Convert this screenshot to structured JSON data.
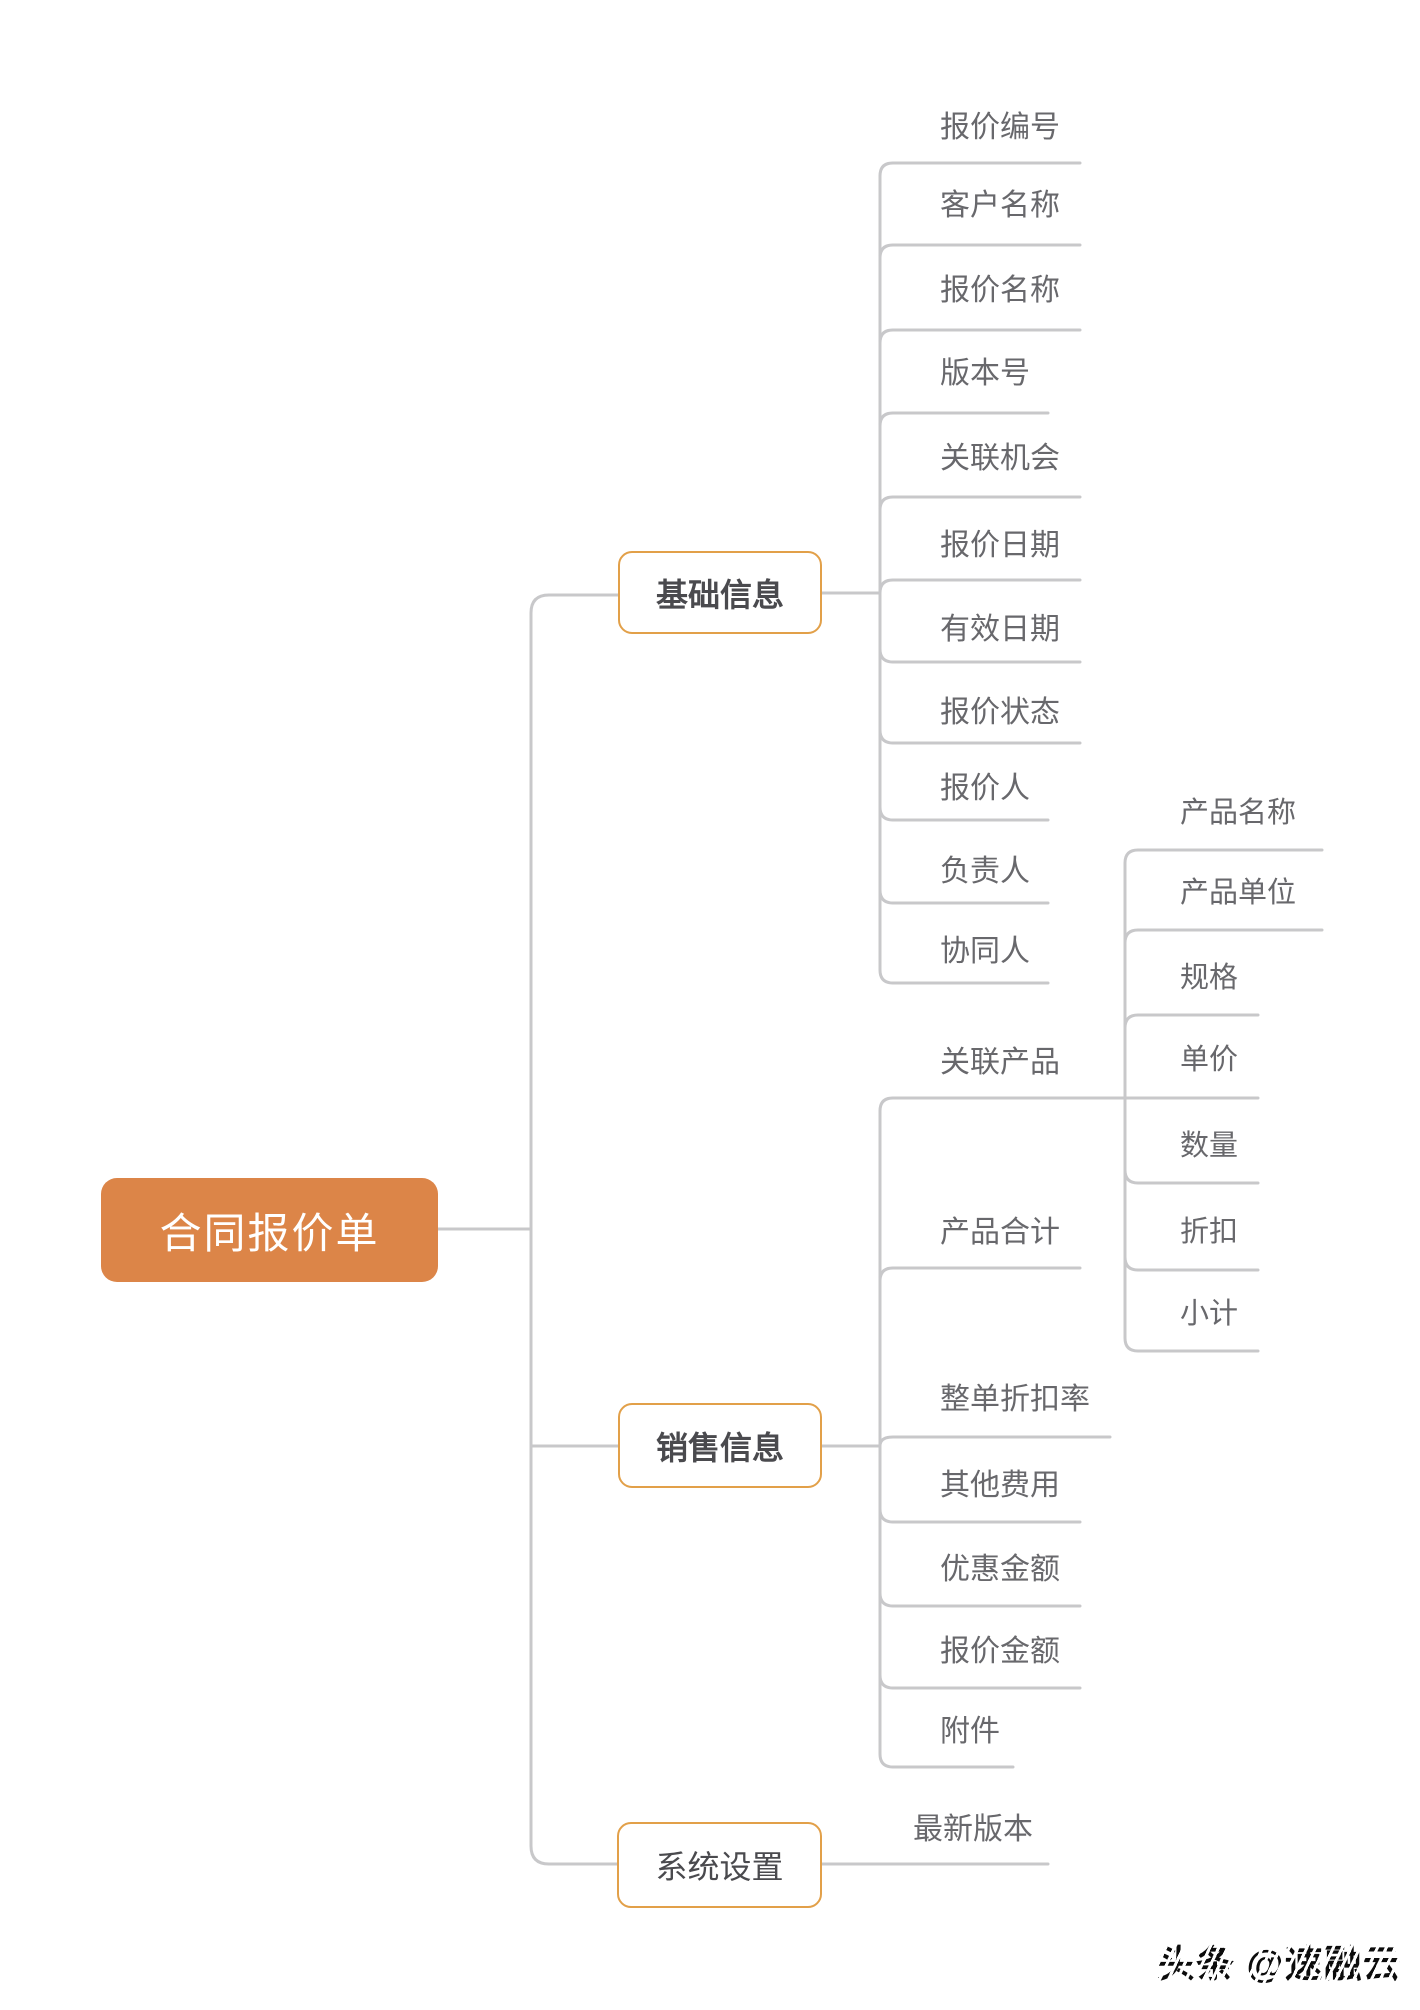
{
  "root": {
    "label": "合同报价单"
  },
  "branches": [
    {
      "label": "基础信息",
      "children": [
        "报价编号",
        "客户名称",
        "报价名称",
        "版本号",
        "关联机会",
        "报价日期",
        "有效日期",
        "报价状态",
        "报价人",
        "负责人",
        "协同人"
      ]
    },
    {
      "label": "销售信息",
      "children": [
        "关联产品",
        "产品合计",
        "整单折扣率",
        "其他费用",
        "优惠金额",
        "报价金额",
        "附件"
      ],
      "sub": {
        "parent": "关联产品",
        "children": [
          "产品名称",
          "产品单位",
          "规格",
          "单价",
          "数量",
          "折扣",
          "小计"
        ]
      }
    },
    {
      "label": "系统设置",
      "children": [
        "最新版本"
      ]
    }
  ],
  "watermark": "头条 @速融云",
  "colors": {
    "root_fill": "#DC8548",
    "branch_border": "#E2A049",
    "connector_line": "#C8C8CA",
    "branch_text": "#4A4A4E",
    "child_text": "#68686C",
    "root_text": "#FFFFFF"
  }
}
